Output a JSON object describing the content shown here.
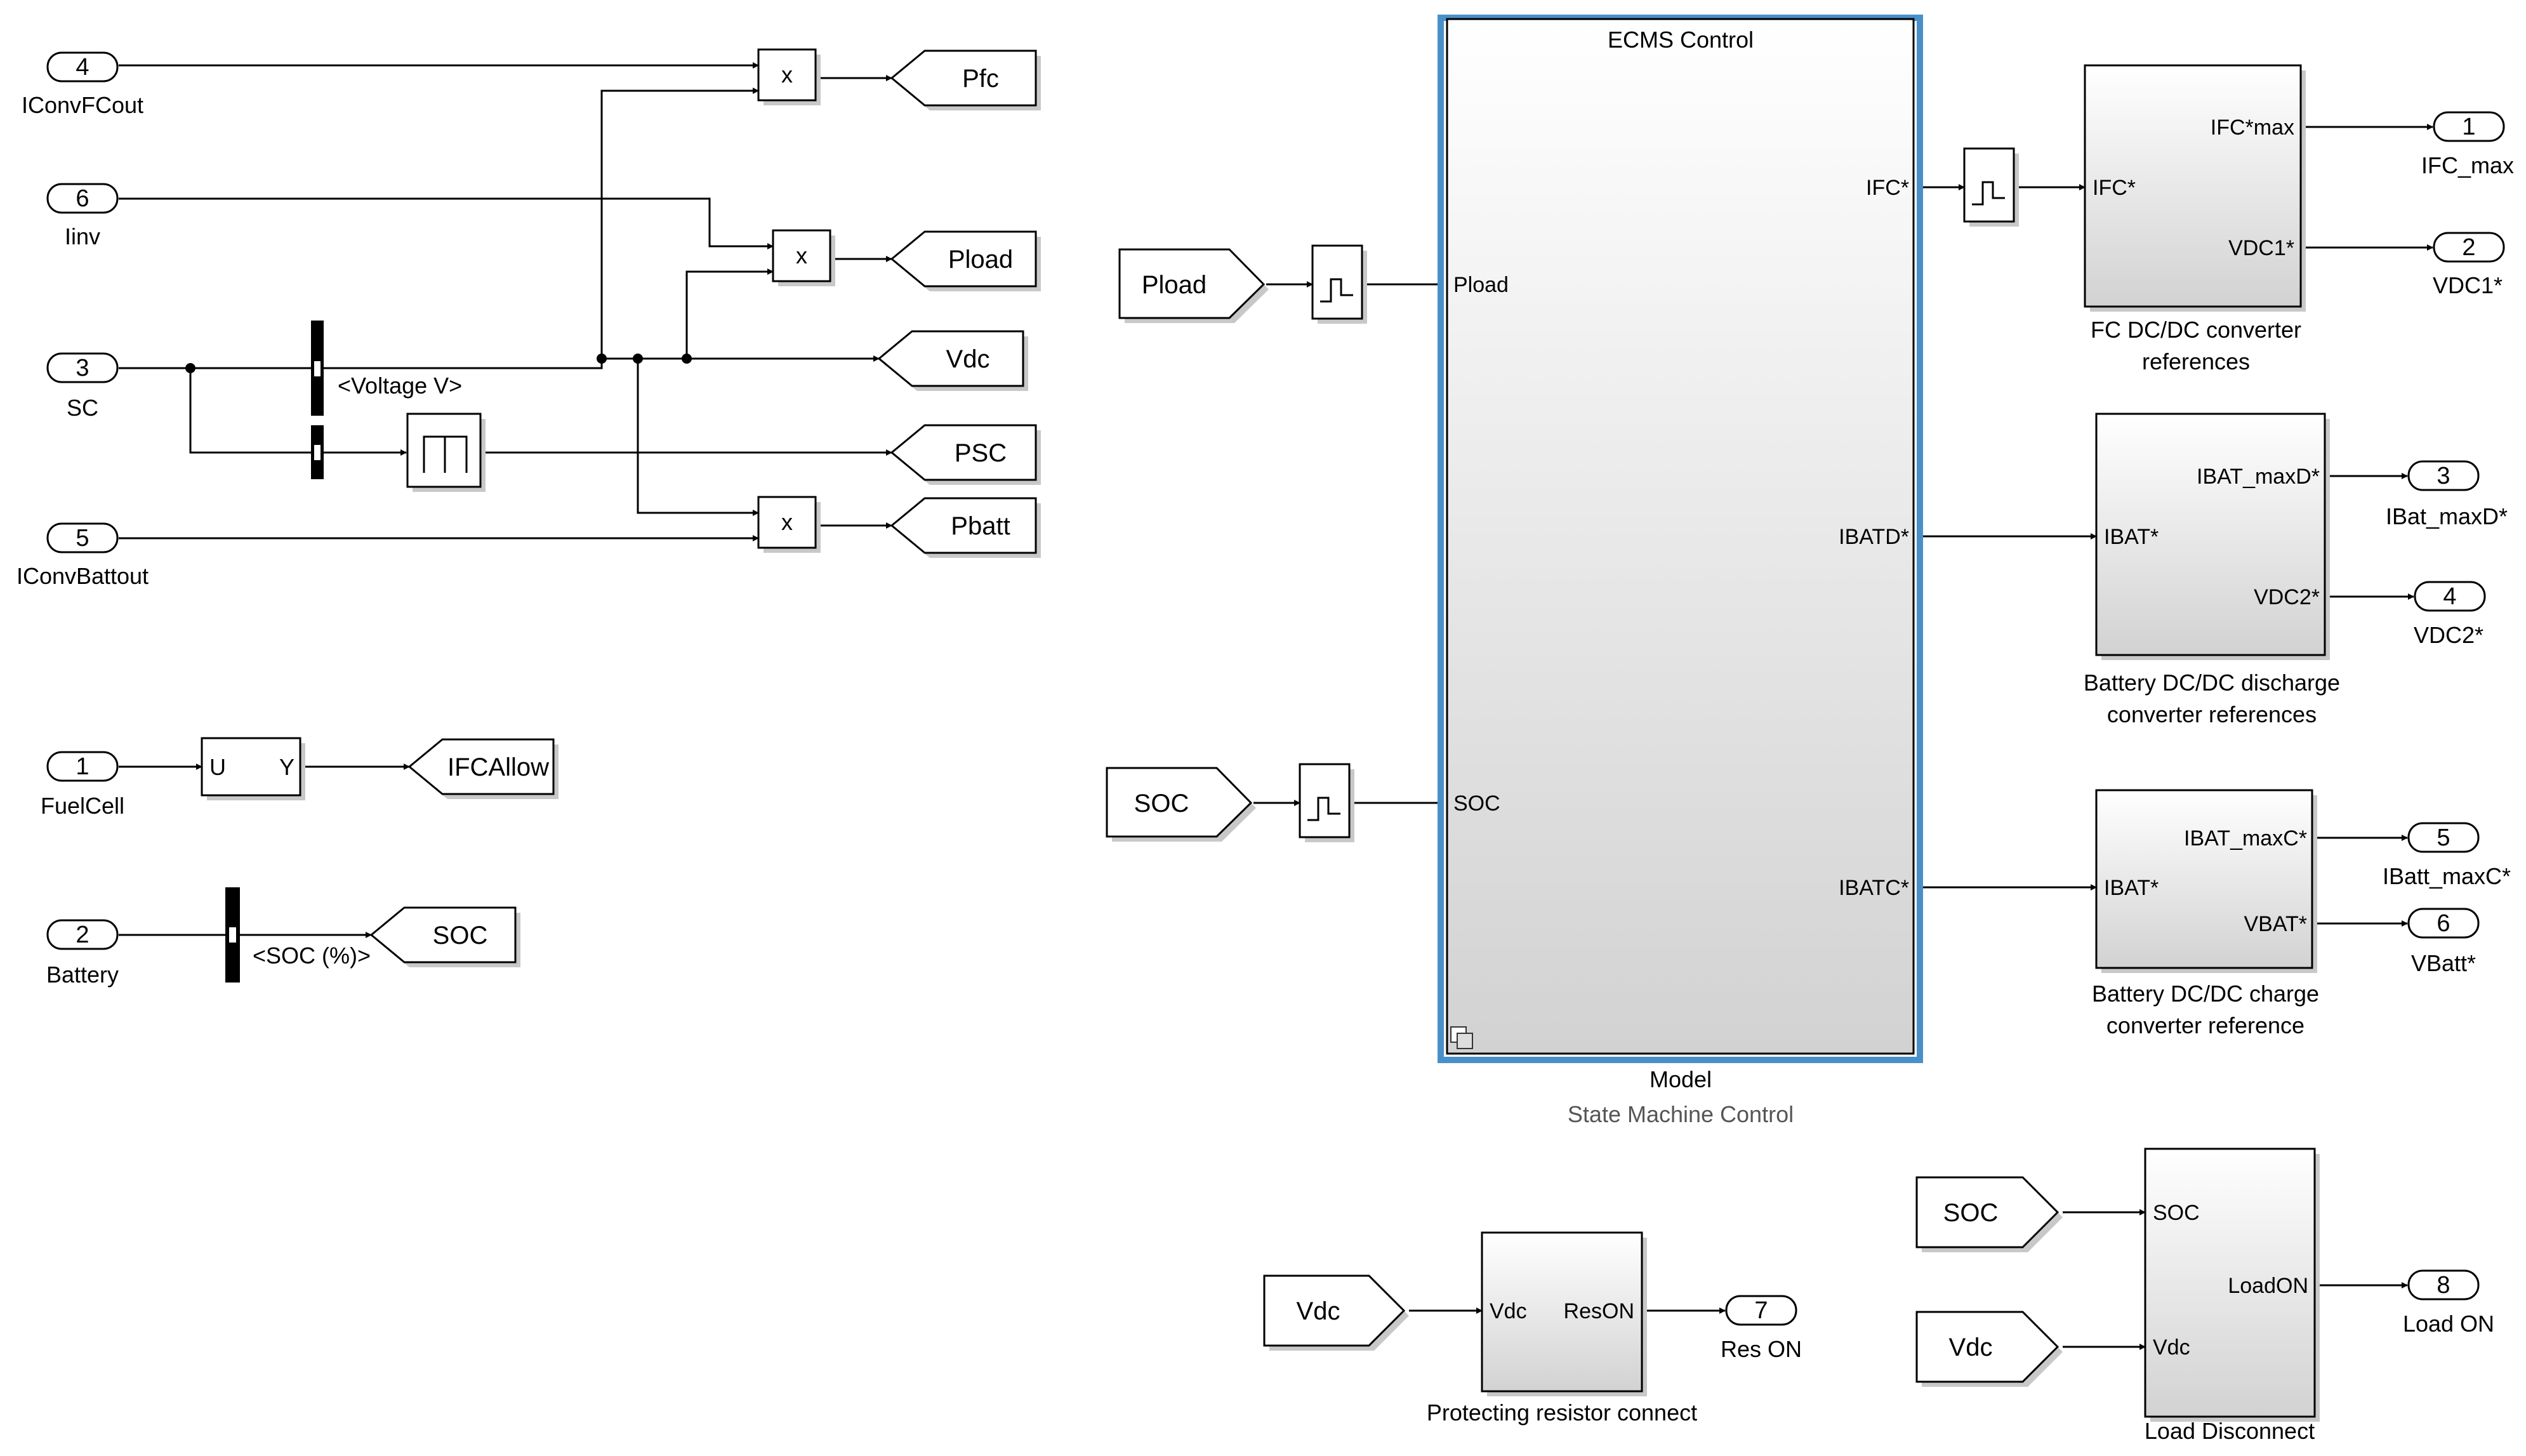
{
  "inports": [
    {
      "num": "4",
      "label": "IConvFCout"
    },
    {
      "num": "6",
      "label": "Iinv"
    },
    {
      "num": "3",
      "label": "SC"
    },
    {
      "num": "5",
      "label": "IConvBattout"
    },
    {
      "num": "1",
      "label": "FuelCell"
    },
    {
      "num": "2",
      "label": "Battery"
    }
  ],
  "goto_tags": {
    "pfc": "Pfc",
    "pload": "Pload",
    "vdc": "Vdc",
    "psc": "PSC",
    "pbatt": "Pbatt",
    "ifcallow": "IFCAllow",
    "soc": "SOC"
  },
  "from_tags": {
    "pload": "Pload",
    "soc": "SOC",
    "vdc_bottom": "Vdc",
    "soc_load": "SOC",
    "vdc_load": "Vdc"
  },
  "product_symbol": "x",
  "bus_signals": {
    "voltage": "<Voltage V>",
    "soc": "<SOC (%)>"
  },
  "fc_block": {
    "in": "U",
    "out": "Y"
  },
  "ecms": {
    "title": "ECMS Control",
    "in_ports": [
      "Pload",
      "SOC"
    ],
    "out_ports": [
      "IFC*",
      "IBATD*",
      "IBATC*"
    ],
    "caption": "Model",
    "subcaption": "State Machine Control"
  },
  "fc_dcdc": {
    "in": "IFC*",
    "out": [
      "IFC*max",
      "VDC1*"
    ],
    "caption": [
      "FC DC/DC converter",
      "references"
    ]
  },
  "batt_discharge": {
    "in": "IBAT*",
    "out": [
      "IBAT_maxD*",
      "VDC2*"
    ],
    "caption": [
      "Battery DC/DC discharge",
      "converter references"
    ]
  },
  "batt_charge": {
    "in": "IBAT*",
    "out": [
      "IBAT_maxC*",
      "VBAT*"
    ],
    "caption": [
      "Battery DC/DC charge",
      "converter reference"
    ]
  },
  "protect": {
    "in": "Vdc",
    "out": "ResON",
    "caption": "Protecting resistor connect"
  },
  "load_disconnect": {
    "in": [
      "SOC",
      "Vdc"
    ],
    "out": "LoadON",
    "caption": "Load Disconnect"
  },
  "outports": [
    {
      "num": "1",
      "label": "IFC_max"
    },
    {
      "num": "2",
      "label": "VDC1*"
    },
    {
      "num": "3",
      "label": "IBat_maxD*"
    },
    {
      "num": "4",
      "label": "VDC2*"
    },
    {
      "num": "5",
      "label": "IBatt_maxC*"
    },
    {
      "num": "6",
      "label": "VBatt*"
    },
    {
      "num": "7",
      "label": "Res ON"
    },
    {
      "num": "8",
      "label": "Load ON"
    }
  ],
  "colors": {
    "ecms_border": "#4a90c8",
    "block_gradient_top": "#ffffff",
    "block_gradient_bottom": "#d2d2d2"
  }
}
